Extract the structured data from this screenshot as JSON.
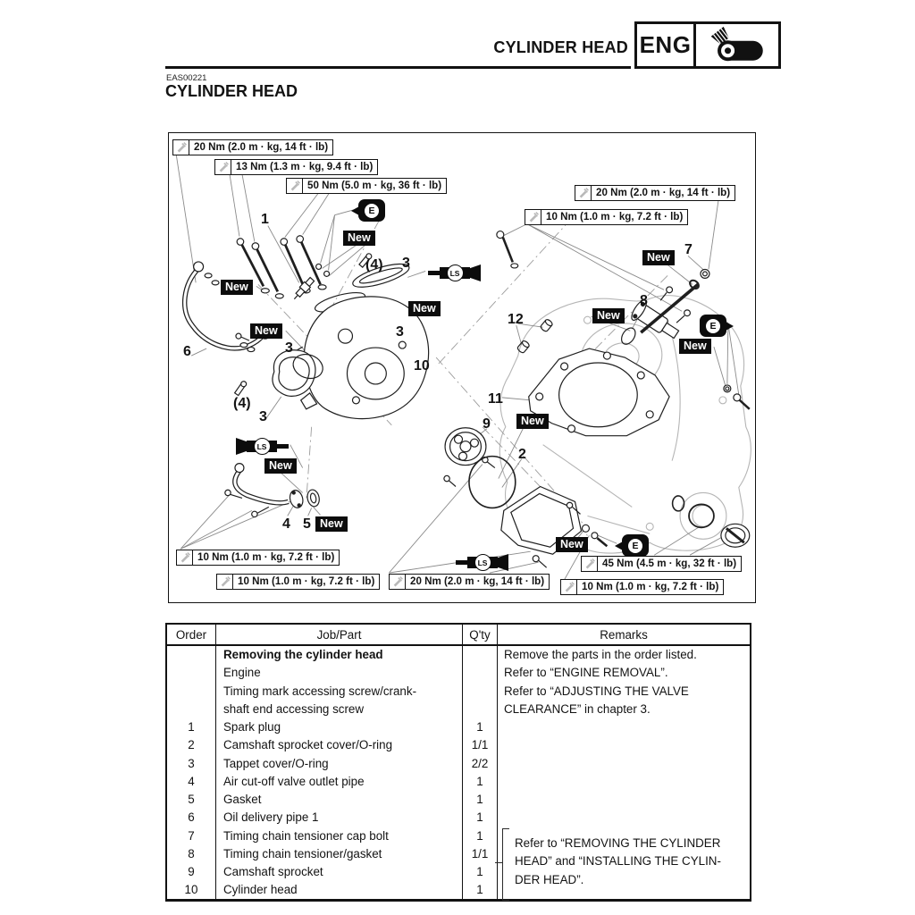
{
  "header": {
    "title": "CYLINDER HEAD",
    "chapter_badge": "ENG"
  },
  "section": {
    "code": "EAS00221",
    "title": "CYLINDER HEAD"
  },
  "diagram": {
    "new_badge": "New",
    "oil_symbol": "E",
    "grease_symbol": "LS",
    "torque_labels": [
      "20 Nm (2.0 m · kg, 14 ft · lb)",
      "13 Nm (1.3 m · kg, 9.4 ft · lb)",
      "50 Nm (5.0 m · kg, 36 ft · lb)",
      "20 Nm (2.0 m · kg, 14 ft · lb)",
      "10 Nm (1.0 m · kg, 7.2 ft · lb)",
      "10 Nm (1.0 m · kg, 7.2 ft · lb)",
      "10 Nm (1.0 m · kg, 7.2 ft · lb)",
      "20 Nm (2.0 m · kg, 14 ft · lb)",
      "45 Nm (4.5 m · kg, 32 ft · lb)",
      "10 Nm (1.0 m · kg, 7.2 ft · lb)"
    ],
    "callouts": [
      "1",
      "(4)",
      "3",
      "3",
      "3",
      "6",
      "(4)",
      "3",
      "4",
      "5",
      "9",
      "2",
      "12",
      "11",
      "10",
      "7",
      "8"
    ]
  },
  "table": {
    "headers": [
      "Order",
      "Job/Part",
      "Q'ty",
      "Remarks"
    ],
    "lines": [
      {
        "order": "",
        "part": "Removing the cylinder head",
        "qty": "",
        "remarks": "Remove the parts in the order listed."
      },
      {
        "order": "",
        "part": "Engine",
        "qty": "",
        "remarks": "Refer to “ENGINE REMOVAL”."
      },
      {
        "order": "",
        "part": "Timing mark accessing screw/crank-",
        "qty": "",
        "remarks": "Refer to “ADJUSTING THE VALVE"
      },
      {
        "order": "",
        "part": "shaft end accessing screw",
        "qty": "",
        "remarks": "CLEARANCE” in chapter 3."
      },
      {
        "order": "1",
        "part": "Spark plug",
        "qty": "1",
        "remarks": ""
      },
      {
        "order": "2",
        "part": "Camshaft sprocket cover/O-ring",
        "qty": "1/1",
        "remarks": ""
      },
      {
        "order": "3",
        "part": "Tappet cover/O-ring",
        "qty": "2/2",
        "remarks": ""
      },
      {
        "order": "4",
        "part": "Air cut-off valve outlet pipe",
        "qty": "1",
        "remarks": ""
      },
      {
        "order": "5",
        "part": "Gasket",
        "qty": "1",
        "remarks": ""
      },
      {
        "order": "6",
        "part": "Oil delivery pipe 1",
        "qty": "1",
        "remarks": ""
      },
      {
        "order": "7",
        "part": "Timing chain tensioner cap bolt",
        "qty": "1",
        "remarks": ""
      },
      {
        "order": "8",
        "part": "Timing chain tensioner/gasket",
        "qty": "1/1",
        "remarks": ""
      },
      {
        "order": "9",
        "part": "Camshaft sprocket",
        "qty": "1",
        "remarks": ""
      },
      {
        "order": "10",
        "part": "Cylinder head",
        "qty": "1",
        "remarks": ""
      }
    ],
    "bracket_note": [
      "Refer to “REMOVING THE CYLINDER",
      "HEAD” and “INSTALLING THE CYLIN-",
      "DER HEAD”."
    ]
  }
}
